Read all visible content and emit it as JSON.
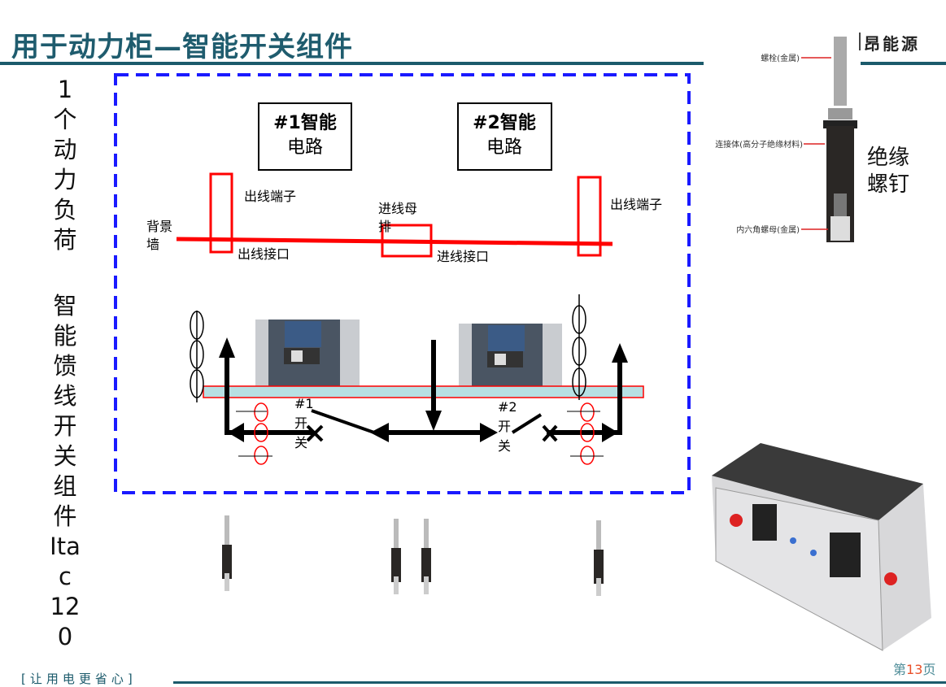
{
  "title": "用于动力柜—智能开关组件",
  "brand": "昂能源",
  "left_column": [
    "1",
    "个",
    "动",
    "力",
    "负",
    "荷",
    "",
    "智",
    "能",
    "馈",
    "线",
    "开",
    "关",
    "组",
    "件",
    "Ita",
    "c",
    "12",
    "0"
  ],
  "slogan": "[让用电更省心]",
  "page": {
    "prefix": "第",
    "number": "13",
    "suffix": "页"
  },
  "diagram": {
    "circuit1": [
      "#1智能",
      "电路"
    ],
    "circuit2": [
      "#2智能",
      "电路"
    ],
    "outlet_terminal_left": "出线端子",
    "outlet_terminal_right": "出线端子",
    "background_wall": [
      "背景",
      "墙"
    ],
    "outlet_interface": "出线接口",
    "inlet_busbar": [
      "进线母",
      "排"
    ],
    "inlet_interface": "进线接口",
    "switch1": [
      "#1",
      "开",
      "关"
    ],
    "switch2": [
      "#2",
      "开",
      "关"
    ]
  },
  "bolt": {
    "title": [
      "绝缘",
      "螺钉"
    ],
    "labels": {
      "bolt": "螺栓(金属)",
      "body": "连接体(高分子绝缘材料)",
      "nut": "内六角螺母(金属)"
    }
  }
}
